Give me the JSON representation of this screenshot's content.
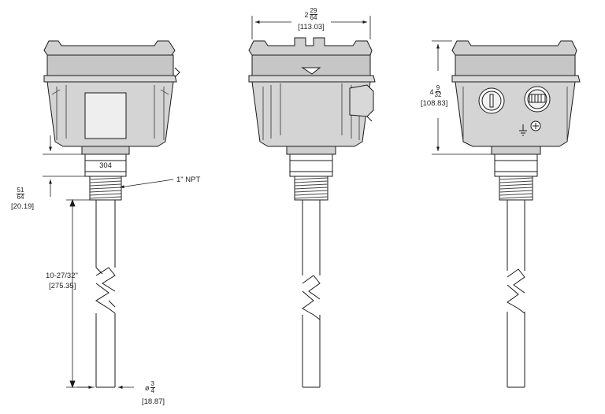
{
  "dimensions": {
    "width_in": {
      "whole": "2",
      "num": "29",
      "den": "64"
    },
    "width_mm": "[113.03]",
    "height_in": {
      "whole": "4",
      "num": "9",
      "den": "32"
    },
    "height_mm": "[108.83]",
    "hex_in": {
      "num": "51",
      "den": "64"
    },
    "hex_mm": "[20.19]",
    "length_in": "10-27/32\"",
    "length_mm": "[275.35]",
    "dia_prefix": "ø",
    "dia_in": {
      "num": "3",
      "den": "4"
    },
    "dia_mm": "[18.87]"
  },
  "labels": {
    "material": "304",
    "thread": "1\" NPT"
  },
  "colors": {
    "body_fill": "#d2d2d2",
    "body_dark": "#bcbcbc",
    "window": "#ececec",
    "line": "#1a1a1a"
  }
}
